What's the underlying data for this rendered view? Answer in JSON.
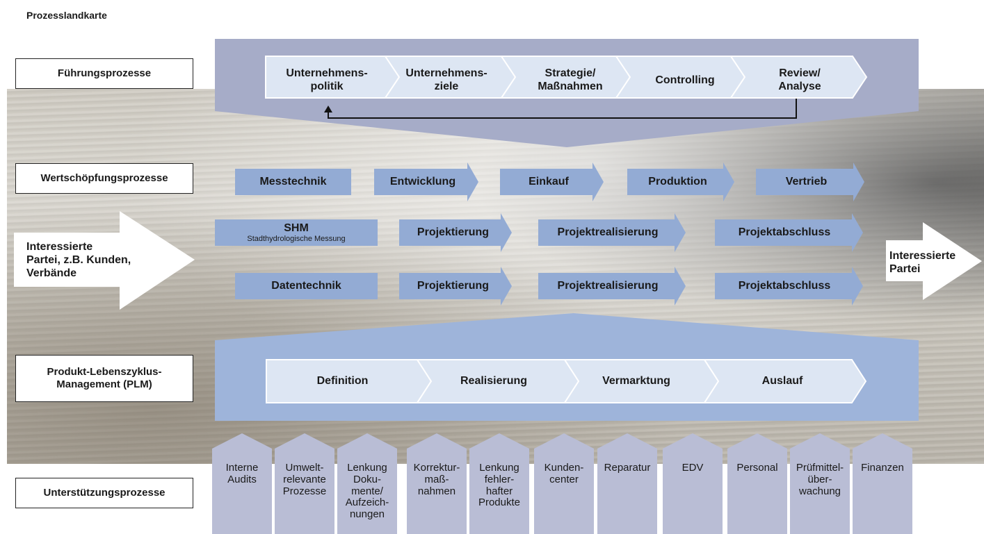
{
  "title": "Prozesslandkarte",
  "row_labels": {
    "fuehrung": "Führungsprozesse",
    "wertschoepfung": "Wertschöpfungsprozesse",
    "plm_line1": "Produkt-Lebenszyklus-",
    "plm_line2": "Management (PLM)",
    "unterstuetzung": "Unterstützungsprozesse"
  },
  "fuehrung_steps": [
    {
      "l1": "Unternehmens-",
      "l2": "politik"
    },
    {
      "l1": "Unternehmens-",
      "l2": "ziele"
    },
    {
      "l1": "Strategie/",
      "l2": "Maßnahmen"
    },
    {
      "l1": "Controlling",
      "l2": ""
    },
    {
      "l1": "Review/",
      "l2": "Analyse"
    }
  ],
  "row1": [
    "Messtechnik",
    "Entwicklung",
    "Einkauf",
    "Produktion",
    "Vertrieb"
  ],
  "row2": {
    "shm": "SHM",
    "shm_sub": "Stadthydrologische Messung",
    "steps": [
      "Projektierung",
      "Projektrealisierung",
      "Projektabschluss"
    ]
  },
  "row3": [
    "Datentechnik",
    "Projektierung",
    "Projektrealisierung",
    "Projektabschluss"
  ],
  "input": {
    "l1": "Interessierte",
    "l2": "Partei, z.B. Kunden,",
    "l3": "Verbände"
  },
  "output": {
    "l1": "Interessierte",
    "l2": "Partei"
  },
  "plm_steps": [
    "Definition",
    "Realisierung",
    "Vermarktung",
    "Auslauf"
  ],
  "support": [
    {
      "l1": "Interne",
      "l2": "Audits",
      "l3": "",
      "l4": "",
      "l5": ""
    },
    {
      "l1": "Umwelt-",
      "l2": "relevante",
      "l3": "Prozesse",
      "l4": "",
      "l5": ""
    },
    {
      "l1": "Lenkung",
      "l2": "Doku-",
      "l3": "mente/",
      "l4": "Aufzeich-",
      "l5": "nungen"
    },
    {
      "l1": "Korrektur-",
      "l2": "maß-",
      "l3": "nahmen",
      "l4": "",
      "l5": ""
    },
    {
      "l1": "Lenkung",
      "l2": "fehler-",
      "l3": "hafter",
      "l4": "Produkte",
      "l5": ""
    },
    {
      "l1": "Kunden-",
      "l2": "center",
      "l3": "",
      "l4": "",
      "l5": ""
    },
    {
      "l1": "Reparatur",
      "l2": "",
      "l3": "",
      "l4": "",
      "l5": ""
    },
    {
      "l1": "EDV",
      "l2": "",
      "l3": "",
      "l4": "",
      "l5": ""
    },
    {
      "l1": "Personal",
      "l2": "",
      "l3": "",
      "l4": "",
      "l5": ""
    },
    {
      "l1": "Prüfmittel-",
      "l2": "über-",
      "l3": "wachung",
      "l4": "",
      "l5": ""
    },
    {
      "l1": "Finanzen",
      "l2": "",
      "l3": "",
      "l4": "",
      "l5": ""
    }
  ],
  "colors": {
    "panel": "#a6acc8",
    "chevron": "#dde6f3",
    "arrow": "#93abd4",
    "plm_panel": "#9eb4da",
    "support": "#b9bdd5"
  }
}
